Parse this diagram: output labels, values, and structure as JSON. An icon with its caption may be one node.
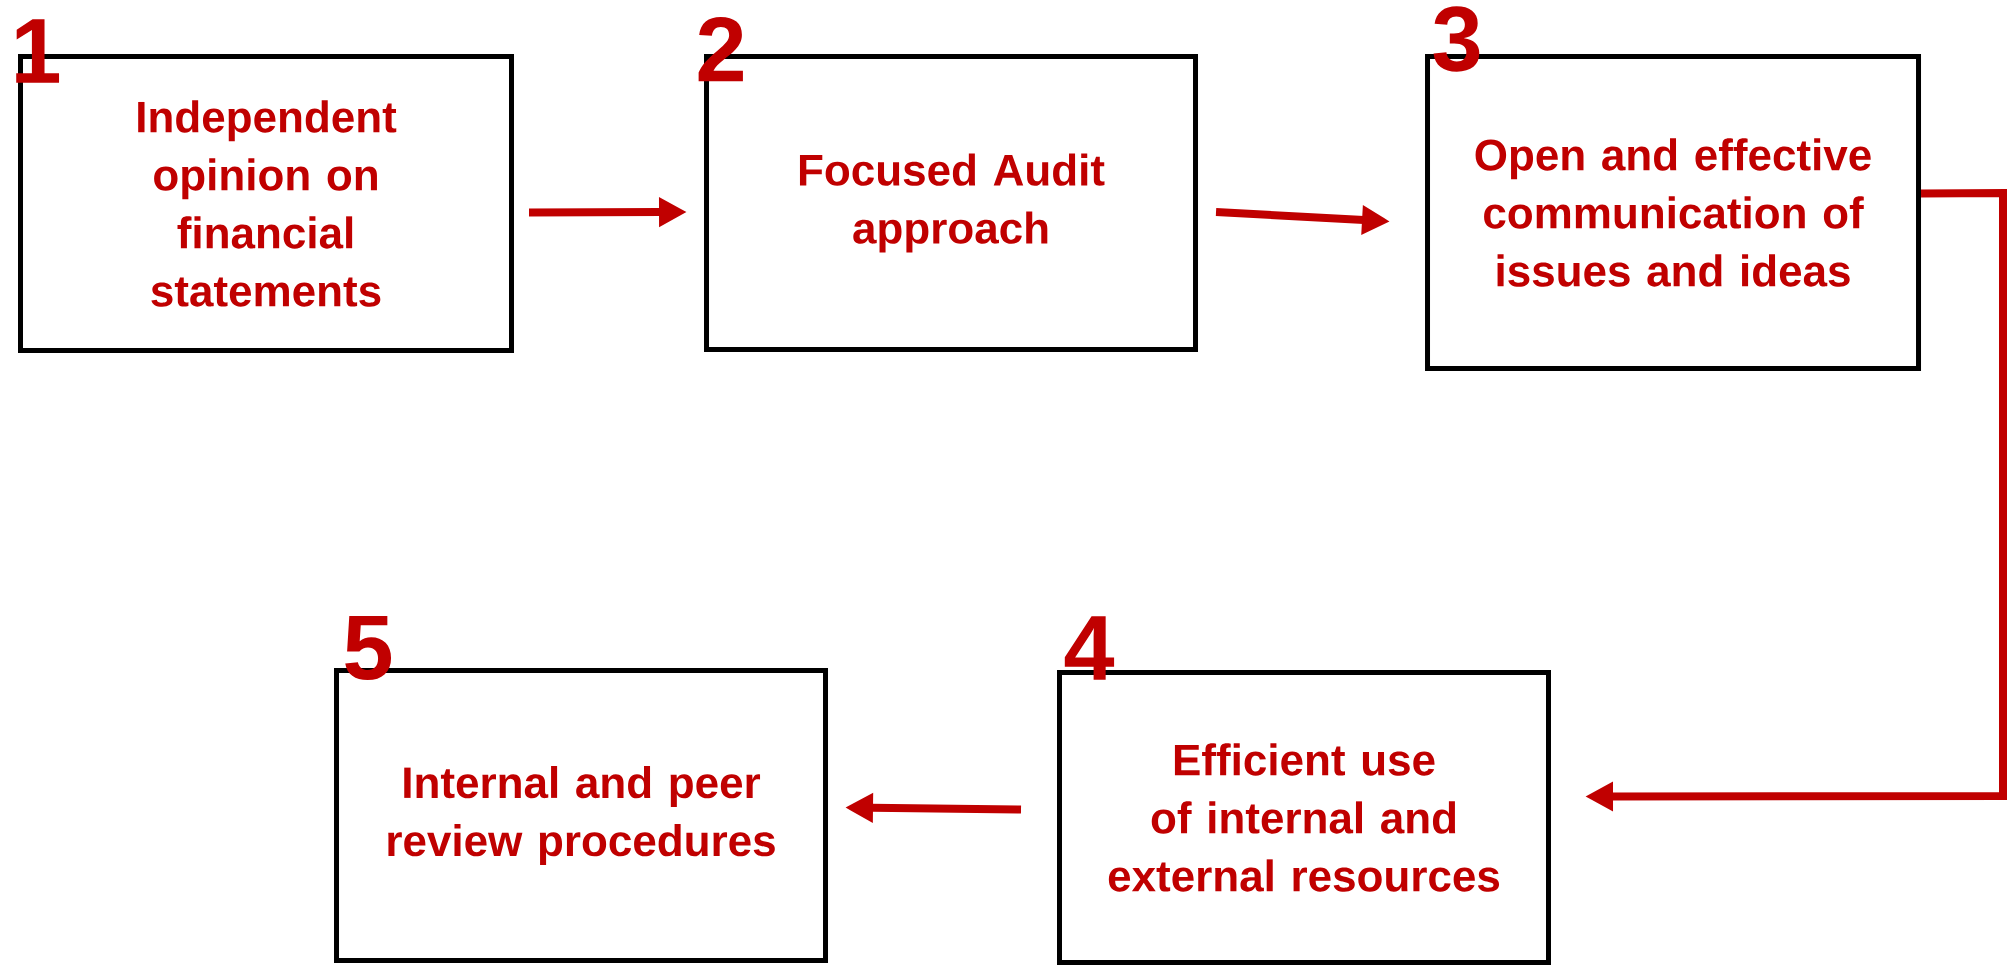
{
  "diagram": {
    "nodes": [
      {
        "text": [
          "Independent opinion on financial statements"
        ],
        "beside": [
          "1"
        ]
      },
      {
        "text": [
          "Focused Audit approach"
        ],
        "beside": [
          "2"
        ]
      },
      {
        "text": [
          "Open and effective communication of issues and ideas"
        ],
        "beside": [
          "3"
        ]
      },
      {
        "text": [
          "Efficient use of internal and external resources"
        ],
        "beside": [
          "4"
        ]
      },
      {
        "text": [
          "Internal and peer review procedures"
        ],
        "beside": [
          "5"
        ]
      }
    ],
    "edges": [
      {
        "from": 0,
        "to": 1,
        "arrow": "to"
      },
      {
        "from": 1,
        "to": 2,
        "arrow": "to"
      },
      {
        "from": 2,
        "to": 3,
        "arrow": "to"
      },
      {
        "from": 3,
        "to": 4,
        "arrow": "to"
      }
    ]
  }
}
